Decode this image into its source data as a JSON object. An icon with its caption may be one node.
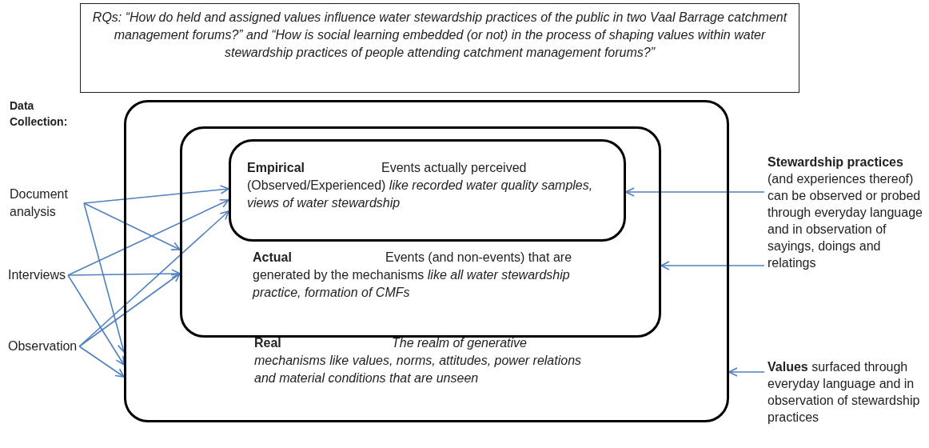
{
  "diagram": {
    "nodes": [
      {
        "text": [
          "RQs: “How do held and assigned values influence water stewardship practices of the public in two Vaal Barrage catchment management forums?” and “How is social learning embedded (or not) in the process of shaping values within water stewardship practices of people attending catchment management forums?”"
        ]
      },
      {
        "text": [
          "Real",
          "The realm of generative mechanisms like values, norms, attitudes, power relations and material conditions that are unseen"
        ]
      },
      {
        "text": [
          "Actual",
          "Events (and non-events) that are generated by the mechanisms *like all water stewardship practice, formation of CMFs*"
        ],
        "in": 1
      },
      {
        "text": [
          "Empirical",
          "Events actually perceived (Observed/Experienced) *like recorded water quality samples, views of water stewardship*"
        ],
        "in": 2
      },
      {
        "text": [
          "Document analysis"
        ]
      },
      {
        "text": [
          "Interviews"
        ]
      },
      {
        "text": [
          "Observation"
        ]
      },
      {
        "text": [
          "**Stewardship practices** (and experiences thereof) can be observed or probed through everyday language and in observation of sayings, doings and relatings"
        ]
      },
      {
        "text": [
          "**Values** surfaced through everyday language and in observation of stewardship practices"
        ]
      }
    ],
    "edges": [
      {
        "from": 4,
        "to": 3,
        "arrow": "to"
      },
      {
        "from": 4,
        "to": 2,
        "arrow": "to"
      },
      {
        "from": 4,
        "to": 1,
        "arrow": "to"
      },
      {
        "from": 5,
        "to": 3,
        "arrow": "to"
      },
      {
        "from": 5,
        "to": 2,
        "arrow": "to"
      },
      {
        "from": 5,
        "to": 1,
        "arrow": "to"
      },
      {
        "from": 6,
        "to": 3,
        "arrow": "to"
      },
      {
        "from": 6,
        "to": 2,
        "arrow": "to"
      },
      {
        "from": 6,
        "to": 1,
        "arrow": "to"
      },
      {
        "from": 7,
        "to": 3,
        "arrow": "to"
      },
      {
        "from": 7,
        "to": 2,
        "arrow": "to"
      },
      {
        "from": 8,
        "to": 1,
        "arrow": "to"
      }
    ],
    "labels": [
      "Data Collection:"
    ]
  }
}
